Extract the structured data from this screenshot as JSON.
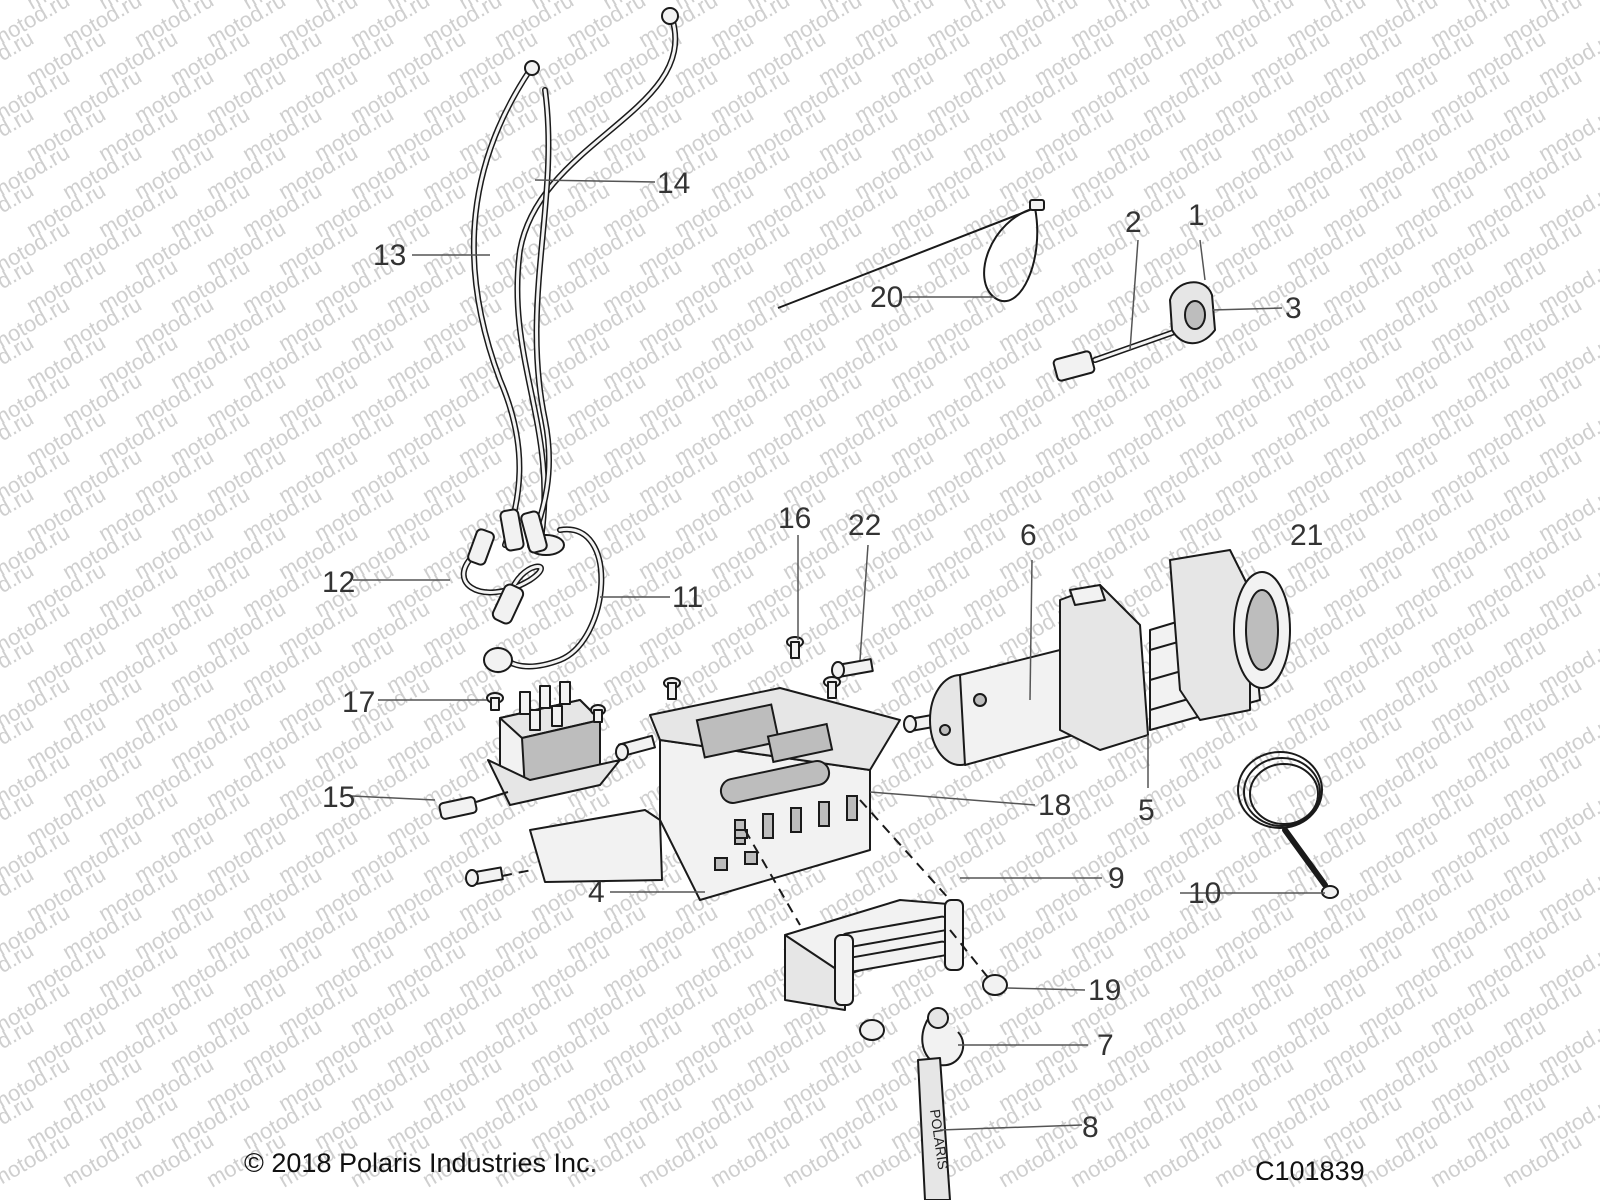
{
  "watermark": "motod.ru",
  "copyright": "© 2018 Polaris Industries Inc.",
  "drawing_id": "C101839",
  "callouts": [
    {
      "id": "c1",
      "label": "1"
    },
    {
      "id": "c2",
      "label": "2"
    },
    {
      "id": "c3",
      "label": "3"
    },
    {
      "id": "c4",
      "label": "4"
    },
    {
      "id": "c5",
      "label": "5"
    },
    {
      "id": "c6",
      "label": "6"
    },
    {
      "id": "c7",
      "label": "7"
    },
    {
      "id": "c8",
      "label": "8"
    },
    {
      "id": "c9",
      "label": "9"
    },
    {
      "id": "c10",
      "label": "10"
    },
    {
      "id": "c11",
      "label": "11"
    },
    {
      "id": "c12",
      "label": "12"
    },
    {
      "id": "c13",
      "label": "13"
    },
    {
      "id": "c14",
      "label": "14"
    },
    {
      "id": "c15",
      "label": "15"
    },
    {
      "id": "c16",
      "label": "16"
    },
    {
      "id": "c17",
      "label": "17"
    },
    {
      "id": "c18",
      "label": "18"
    },
    {
      "id": "c19",
      "label": "19"
    },
    {
      "id": "c20",
      "label": "20"
    },
    {
      "id": "c21",
      "label": "21"
    },
    {
      "id": "c22",
      "label": "22"
    }
  ],
  "strap_text": "POLARIS"
}
